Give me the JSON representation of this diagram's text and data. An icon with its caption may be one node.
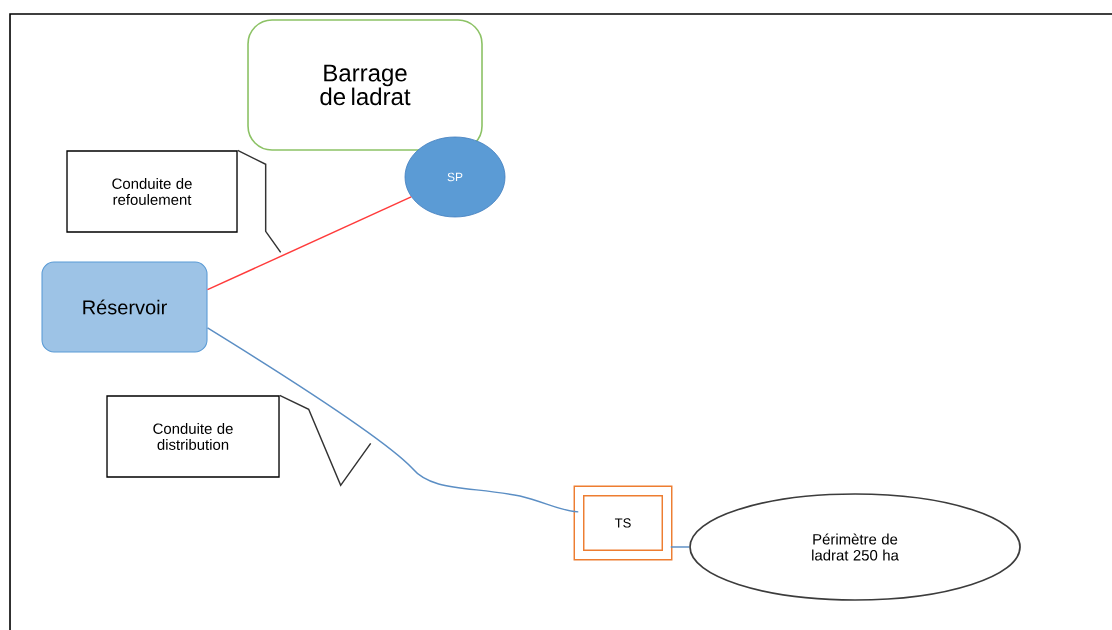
{
  "diagram": {
    "nodes": [
      {
        "text": [
          "Barrage de ladrat"
        ]
      },
      {
        "text": [
          "SP"
        ]
      },
      {
        "text": [
          "Conduite de refoulement"
        ]
      },
      {
        "text": [
          "Réservoir"
        ]
      },
      {
        "text": [
          "Conduite de distribution"
        ]
      },
      {
        "text": [
          "TS"
        ]
      },
      {
        "text": [
          "Périmètre de ladrat 250 ha"
        ]
      }
    ],
    "edges": [
      {
        "from": 1,
        "to": 3,
        "arrow": "none",
        "color": "#ff3b3b"
      },
      {
        "from": 3,
        "to": 5,
        "arrow": "none",
        "color": "#5b8ec4"
      },
      {
        "from": 5,
        "to": 6,
        "arrow": "none",
        "color": "#5b8ec4"
      },
      {
        "from": 2,
        "to": null,
        "arrow": "none",
        "color": "#333333"
      },
      {
        "from": 4,
        "to": null,
        "arrow": "none",
        "color": "#333333"
      }
    ]
  }
}
